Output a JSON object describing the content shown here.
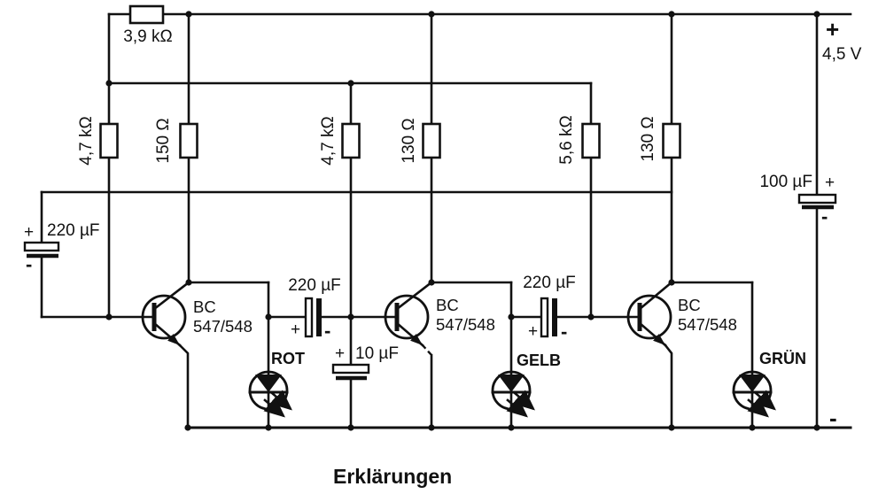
{
  "caption": "Erklärungen",
  "power": {
    "plus": "+",
    "voltage": "4,5 V",
    "minus": "-"
  },
  "resistors": [
    {
      "id": "R1",
      "label": "3,9 kΩ"
    },
    {
      "id": "R2",
      "label": "4,7 kΩ"
    },
    {
      "id": "R3",
      "label": "150 Ω"
    },
    {
      "id": "R4",
      "label": "4,7 kΩ"
    },
    {
      "id": "R5",
      "label": "130 Ω"
    },
    {
      "id": "R6",
      "label": "5,6 kΩ"
    },
    {
      "id": "R7",
      "label": "130 Ω"
    }
  ],
  "capacitors": [
    {
      "id": "C1",
      "label": "220 µF",
      "plus": "+",
      "minus": "-"
    },
    {
      "id": "C2",
      "label": "220 µF",
      "plus": "+",
      "minus": "-"
    },
    {
      "id": "C3",
      "label": "220 µF",
      "plus": "+",
      "minus": "-"
    },
    {
      "id": "C4",
      "label": "10 µF",
      "plus": "+"
    },
    {
      "id": "C5",
      "label": "100 µF",
      "plus": "+",
      "minus": "-"
    }
  ],
  "transistors": [
    {
      "id": "Q1",
      "line1": "BC",
      "line2": "547/548"
    },
    {
      "id": "Q2",
      "line1": "BC",
      "line2": "547/548"
    },
    {
      "id": "Q3",
      "line1": "BC",
      "line2": "547/548"
    }
  ],
  "leds": [
    {
      "id": "D1",
      "label": "ROT"
    },
    {
      "id": "D2",
      "label": "GELB"
    },
    {
      "id": "D3",
      "label": "GRÜN"
    }
  ]
}
